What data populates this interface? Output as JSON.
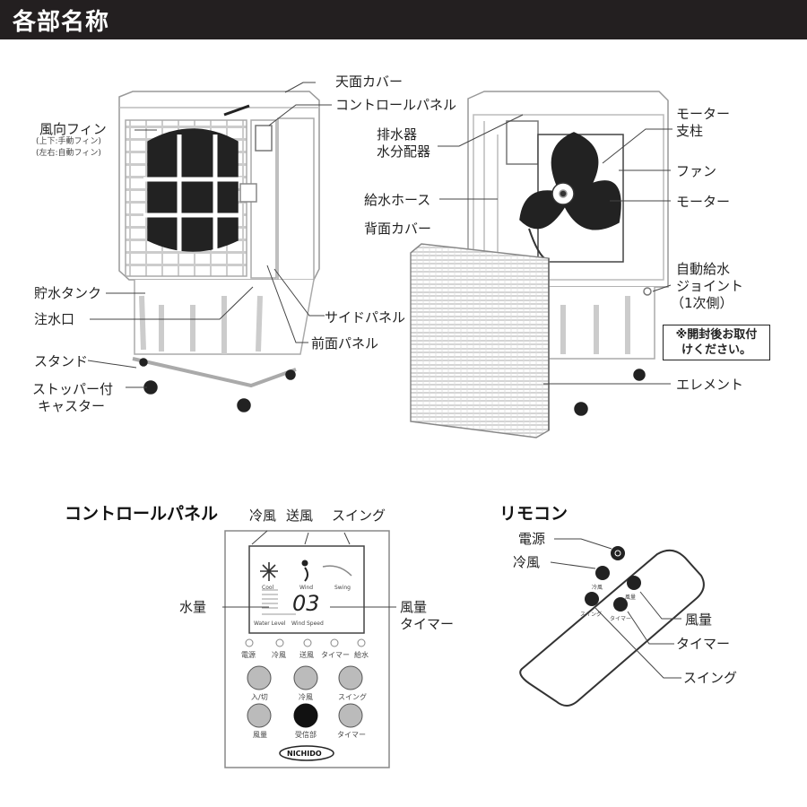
{
  "header": {
    "title": "各部名称"
  },
  "unit_front_labels": {
    "top_cover": "天面カバー",
    "control_panel": "コントロールパネル",
    "louver": "風向フィン",
    "louver_note1": "(上下:手動フィン)",
    "louver_note2": "(左右:自動フィン)",
    "tank": "貯水タンク",
    "inlet": "注水口",
    "side_panel": "サイドパネル",
    "front_panel": "前面パネル",
    "stand": "スタンド",
    "caster_line1": "ストッパー付",
    "caster_line2": "キャスター"
  },
  "unit_back_labels": {
    "drain_line1": "排水器",
    "drain_line2": "水分配器",
    "hose": "給水ホース",
    "back_cover": "背面カバー",
    "motor_support_line1": "モーター",
    "motor_support_line2": "支柱",
    "fan": "ファン",
    "motor": "モーター",
    "joint_line1": "自動給水",
    "joint_line2": "ジョイント",
    "joint_line3": "（1次側）",
    "notice_line1": "※開封後お取付",
    "notice_line2": "けください。",
    "element": "エレメント"
  },
  "control_panel": {
    "section_title": "コントロールパネル",
    "top_labels": {
      "cool": "冷風",
      "wind": "送風",
      "swing": "スイング"
    },
    "side_left": "水量",
    "side_right_line1": "風量",
    "side_right_line2": "タイマー",
    "display": {
      "cool": "Cool",
      "wind": "Wind",
      "swing": "Swing",
      "water_level": "Water Level",
      "wind_speed": "Wind Speed",
      "digits": "03"
    },
    "indicators": [
      "電源",
      "冷風",
      "送風",
      "タイマー",
      "給水"
    ],
    "buttons_row1": [
      "入/切",
      "冷風",
      "スイング"
    ],
    "buttons_row2": [
      "風量",
      "受信部",
      "タイマー"
    ],
    "brand": "NICHIDO"
  },
  "remote": {
    "section_title": "リモコン",
    "power": "電源",
    "cool": "冷風",
    "wind": "風量",
    "timer": "タイマー",
    "swing": "スイング",
    "btn_cool": "冷風",
    "btn_wind": "風量",
    "btn_swing": "スイング",
    "btn_timer": "タイマー"
  }
}
